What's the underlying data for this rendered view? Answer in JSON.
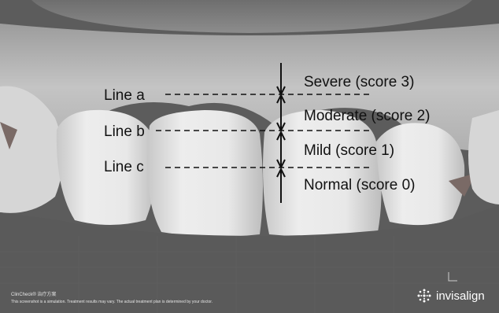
{
  "lines": [
    {
      "id": "a",
      "label": "Line a"
    },
    {
      "id": "b",
      "label": "Line b"
    },
    {
      "id": "c",
      "label": "Line c"
    }
  ],
  "scores": [
    {
      "label": "Severe (score 3)"
    },
    {
      "label": "Moderate (score 2)"
    },
    {
      "label": "Mild (score 1)"
    },
    {
      "label": "Normal (score 0)"
    }
  ],
  "footer": {
    "brand": "ClinCheck® 治疗方案",
    "disclaimer": "This screenshot is a simulation. Treatment results may vary. The actual treatment plan is determined by your doctor."
  },
  "logo": {
    "text": "invisalign",
    "icon": "starburst-icon"
  },
  "colors": {
    "background": "#5a5a5a",
    "gum": "#bdbdbd",
    "tooth": "#e2e2e2",
    "annotation": "#111111"
  }
}
